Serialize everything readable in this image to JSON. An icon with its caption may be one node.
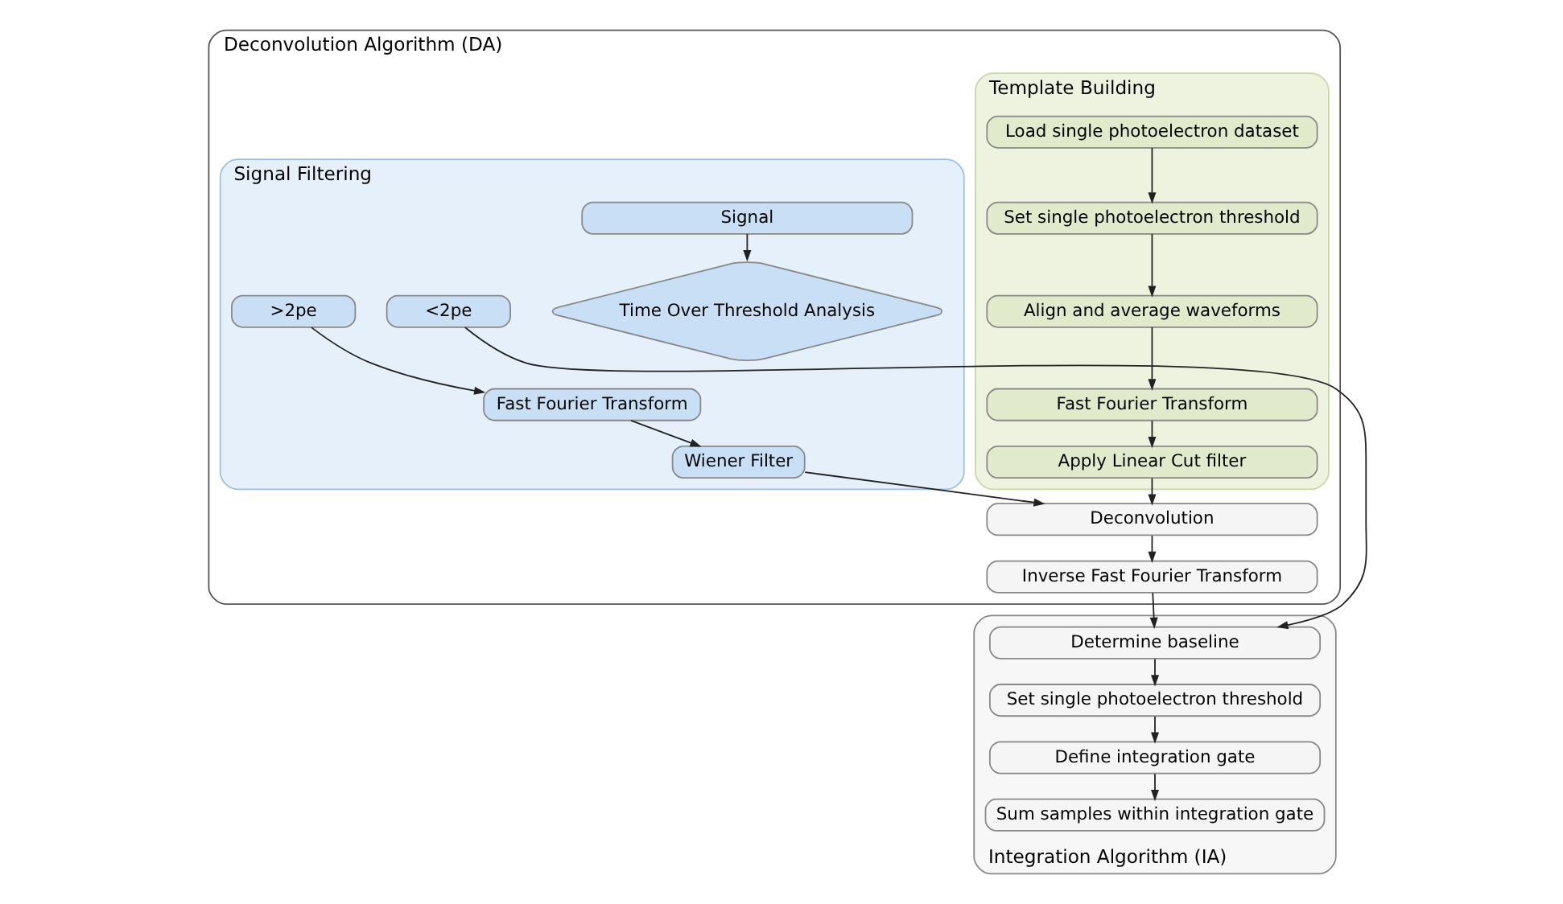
{
  "diagram": {
    "nodes": [
      {
        "text": [
          "Deconvolution Algorithm (DA)"
        ]
      },
      {
        "text": [
          "Template Building"
        ],
        "in": 0
      },
      {
        "text": [
          "Load single photoelectron dataset"
        ],
        "in": 1
      },
      {
        "text": [
          "Set single photoelectron threshold"
        ],
        "in": 1
      },
      {
        "text": [
          "Align and average waveforms"
        ],
        "in": 1
      },
      {
        "text": [
          "Fast Fourier Transform"
        ],
        "in": 1
      },
      {
        "text": [
          "Apply Linear Cut filter"
        ],
        "in": 1
      },
      {
        "text": [
          "Signal Filtering"
        ],
        "in": 0
      },
      {
        "text": [
          "Signal"
        ],
        "in": 7
      },
      {
        "text": [
          "Time Over Threshold Analysis"
        ],
        "in": 7
      },
      {
        "text": [
          ">2pe"
        ],
        "in": 7
      },
      {
        "text": [
          "<2pe"
        ],
        "in": 7
      },
      {
        "text": [
          "Fast Fourier Transform"
        ],
        "in": 7
      },
      {
        "text": [
          "Wiener Filter"
        ],
        "in": 7
      },
      {
        "text": [
          "Deconvolution"
        ],
        "in": 0
      },
      {
        "text": [
          "Inverse Fast Fourier Transform"
        ],
        "in": 0
      },
      {
        "text": [
          "Integration Algorithm (IA)"
        ]
      },
      {
        "text": [
          "Determine baseline"
        ],
        "in": 16
      },
      {
        "text": [
          "Set single photoelectron threshold"
        ],
        "in": 16
      },
      {
        "text": [
          "Define integration gate"
        ],
        "in": 16
      },
      {
        "text": [
          "Sum samples within integration gate"
        ],
        "in": 16
      }
    ],
    "edges": [
      {
        "from": 2,
        "to": 3,
        "arrow": "to"
      },
      {
        "from": 3,
        "to": 4,
        "arrow": "to"
      },
      {
        "from": 4,
        "to": 5,
        "arrow": "to"
      },
      {
        "from": 5,
        "to": 6,
        "arrow": "to"
      },
      {
        "from": 8,
        "to": 9,
        "arrow": "to"
      },
      {
        "from": 10,
        "to": 12,
        "arrow": "to"
      },
      {
        "from": 12,
        "to": 13,
        "arrow": "to"
      },
      {
        "from": 6,
        "to": 14,
        "arrow": "to"
      },
      {
        "from": 13,
        "to": 14,
        "arrow": "to"
      },
      {
        "from": 14,
        "to": 15,
        "arrow": "to"
      },
      {
        "from": 15,
        "to": 17,
        "arrow": "to"
      },
      {
        "from": 11,
        "to": 17,
        "arrow": "to"
      },
      {
        "from": 17,
        "to": 18,
        "arrow": "to"
      },
      {
        "from": 18,
        "to": 19,
        "arrow": "to"
      },
      {
        "from": 19,
        "to": 20,
        "arrow": "to"
      }
    ]
  }
}
